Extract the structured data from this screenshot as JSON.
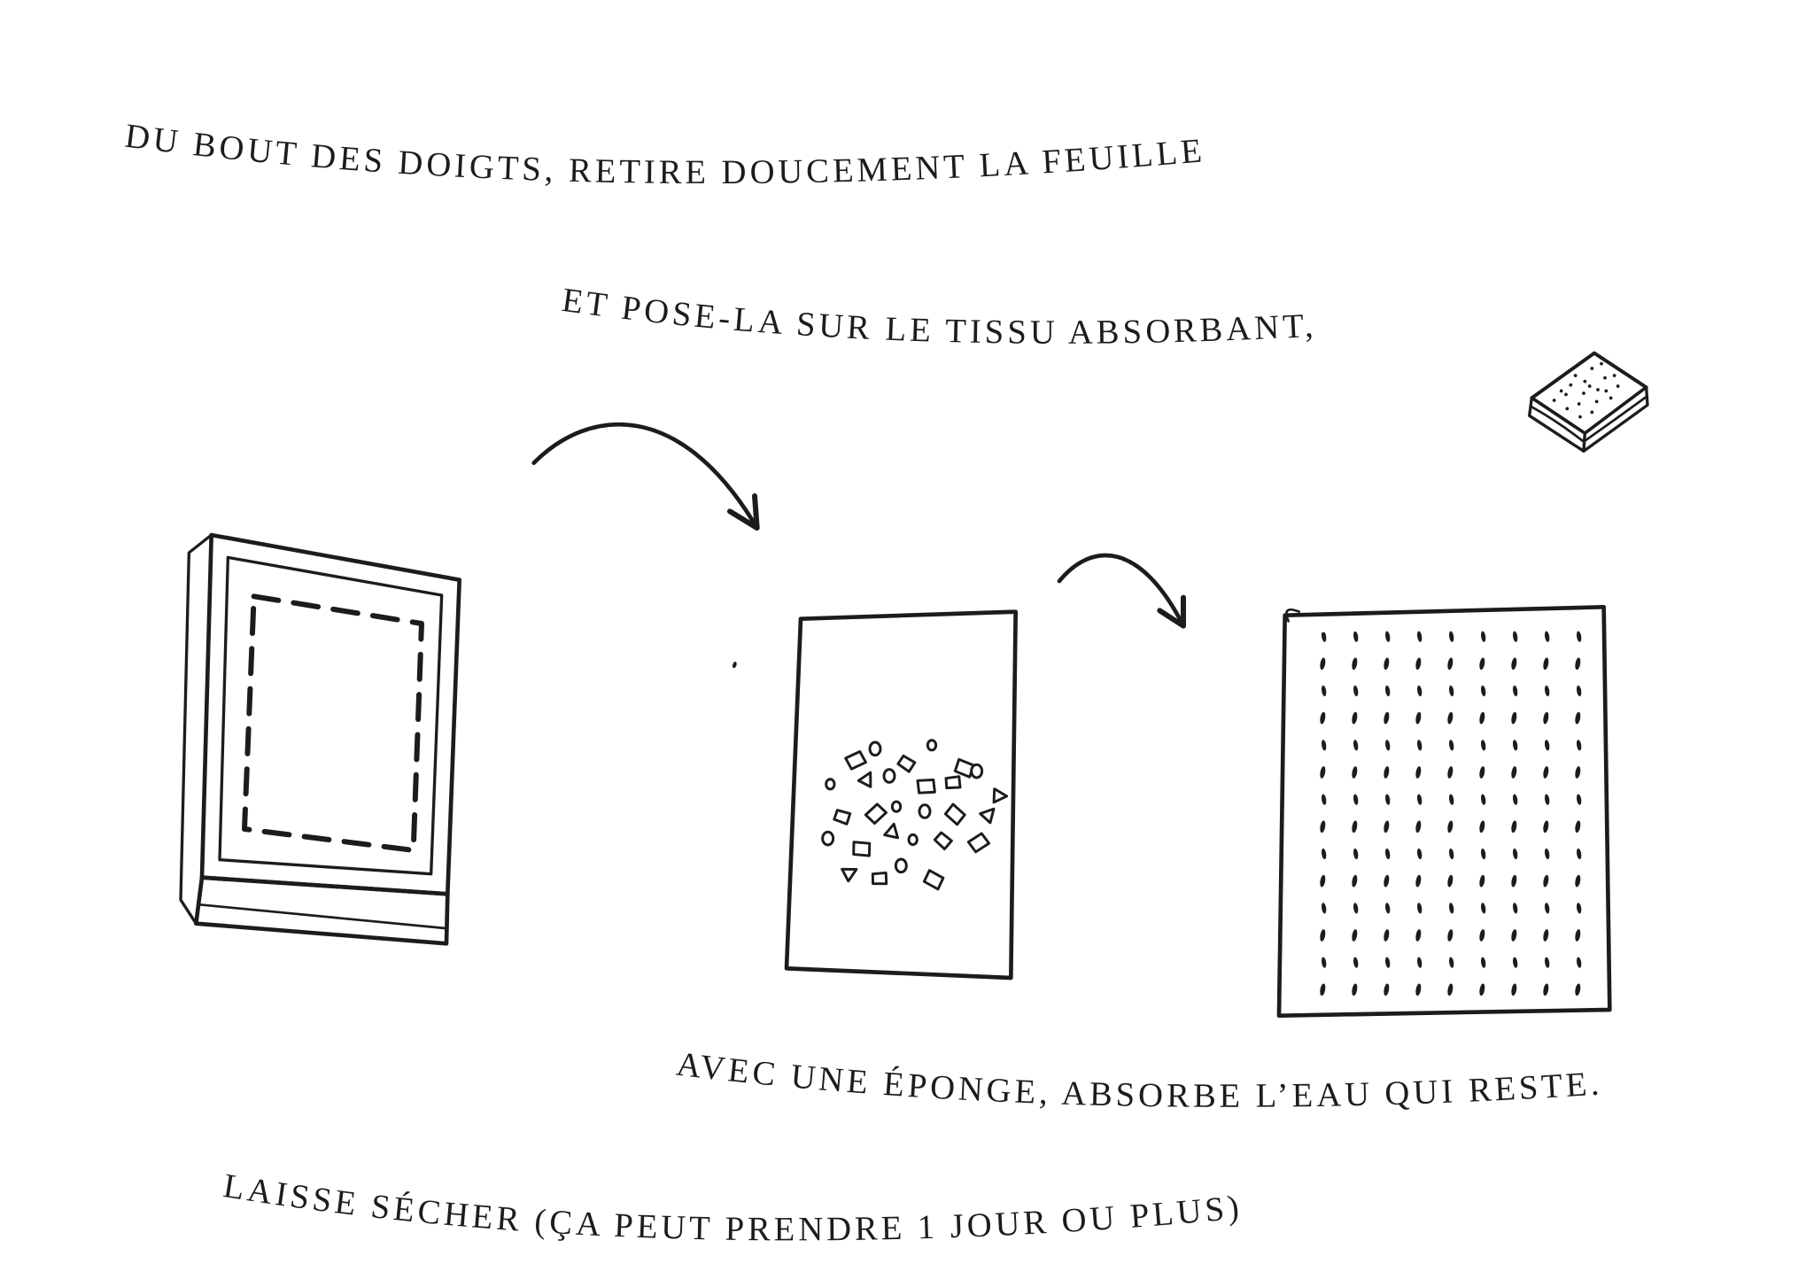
{
  "page": {
    "background_color": "#ffffff",
    "ink_color": "#1c1c1e"
  },
  "instructions": {
    "lines": [
      "DU BOUT DES DOIGTS, RETIRE DOUCEMENT LA FEUILLE",
      "ET POSE-LA SUR LE TISSU ABSORBANT,",
      "AVEC UNE ÉPONGE, ABSORBE L’EAU QUI RESTE.",
      "LAISSE SÉCHER (ÇA PEUT PRENDRE 1 JOUR OU PLUS)"
    ]
  },
  "illustrations": {
    "frame_label": "papermaking frame with screen",
    "sheet_label": "paper sheet with pulp scraps",
    "cloth_label": "absorbent cloth",
    "sponge_label": "sponge",
    "arrow1_label": "arrow from frame to sheet",
    "arrow2_label": "arrow from sheet to cloth"
  }
}
